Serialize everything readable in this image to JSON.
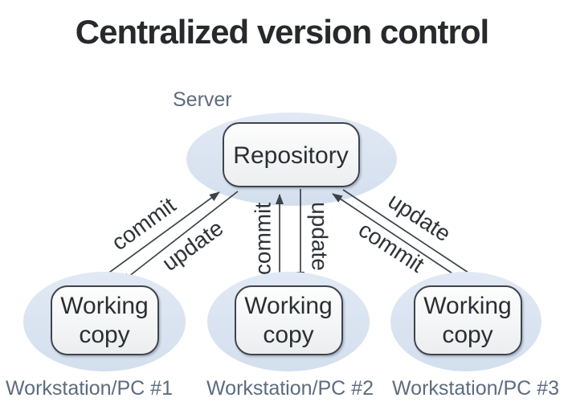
{
  "title": "Centralized version control",
  "captions": {
    "server": "Server",
    "workstations": [
      "Workstation/PC #1",
      "Workstation/PC #2",
      "Workstation/PC #3"
    ]
  },
  "nodes": {
    "repository": {
      "label": "Repository"
    },
    "working_copies": [
      {
        "line1": "Working",
        "line2": "copy"
      },
      {
        "line1": "Working",
        "line2": "copy"
      },
      {
        "line1": "Working",
        "line2": "copy"
      }
    ]
  },
  "edges": [
    {
      "label": "commit",
      "from": "working-copy-1",
      "to": "repository"
    },
    {
      "label": "update",
      "from": "repository",
      "to": "working-copy-1"
    },
    {
      "label": "commit",
      "from": "working-copy-2",
      "to": "repository"
    },
    {
      "label": "update",
      "from": "repository",
      "to": "working-copy-2"
    },
    {
      "label": "update",
      "from": "repository",
      "to": "working-copy-3"
    },
    {
      "label": "commit",
      "from": "working-copy-3",
      "to": "repository"
    }
  ],
  "colors": {
    "background": "#ffffff",
    "ellipse_fill": "#dce5f1",
    "box_fill_top": "#fdfdfd",
    "box_fill_bottom": "#ebedef",
    "box_border": "#3f454c",
    "arrow": "#3c4249",
    "dark_text": "#2b2f33",
    "slate_text": "#5d6c7e"
  }
}
